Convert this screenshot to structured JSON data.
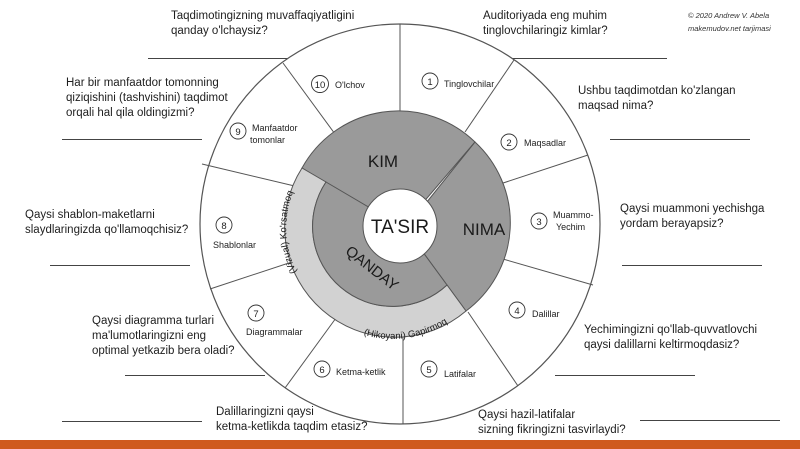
{
  "credit": {
    "line1": "© 2020 Andrew V. Abela",
    "line2": "makemudov.net tarjimasi"
  },
  "center": {
    "label": "TA'SIR"
  },
  "sections": {
    "kim": "KIM",
    "nima": "NIMA",
    "qanday": "QANDAY",
    "visual": "(Vizual) Ko'rsatmoq",
    "story": "(Hikoyani) Gapirmoq"
  },
  "segments": [
    {
      "num": "1",
      "label": "Tinglovchilar"
    },
    {
      "num": "2",
      "label": "Maqsadlar"
    },
    {
      "num": "3",
      "label": "Muammo-",
      "label2": "Yechim"
    },
    {
      "num": "4",
      "label": "Dalillar"
    },
    {
      "num": "5",
      "label": "Latifalar"
    },
    {
      "num": "6",
      "label": "Ketma-ketlik"
    },
    {
      "num": "7",
      "label": "Diagrammalar"
    },
    {
      "num": "8",
      "label": "Shablonlar"
    },
    {
      "num": "9",
      "label": "Manfaatdor",
      "label2": "tomonlar"
    },
    {
      "num": "10",
      "label": "O'lchov"
    }
  ],
  "questions": {
    "q10": [
      "Taqdimotingizning muvaffaqiyatligini",
      "qanday o'lchaysiz?"
    ],
    "q1": [
      "Auditoriyada eng muhim",
      "tinglovchilaringiz kimlar?"
    ],
    "q9": [
      "Har bir manfaatdor tomonning",
      "qiziqishini (tashvishini) taqdimot",
      "orqali hal qila oldingizmi?"
    ],
    "q2": [
      "Ushbu taqdimotdan ko'zlangan",
      "maqsad nima?"
    ],
    "q8": [
      "Qaysi shablon-maketlarni",
      "slaydlaringizda qo'llamoqchisiz?"
    ],
    "q3": [
      "Qaysi muammoni yechishga",
      "yordam berayapsiz?"
    ],
    "q7": [
      "Qaysi diagramma turlari",
      "ma'lumotlaringizni eng",
      "optimal yetkazib bera oladi?"
    ],
    "q4": [
      "Yechimingizni qo'llab-quvvatlovchi",
      "qaysi dalillarni keltirmoqdasiz?"
    ],
    "q6": [
      "Dalillaringizni qaysi",
      "ketma-ketlikda taqdim etasiz?"
    ],
    "q5": [
      "Qaysi hazil-latifalar",
      "sizning fikringizni tasvirlaydi?"
    ]
  },
  "colors": {
    "ring_dark": "#9a9a9a",
    "ring_light": "#d2d2d2",
    "center": "#ffffff",
    "accent_bar": "#cf5a1e"
  }
}
